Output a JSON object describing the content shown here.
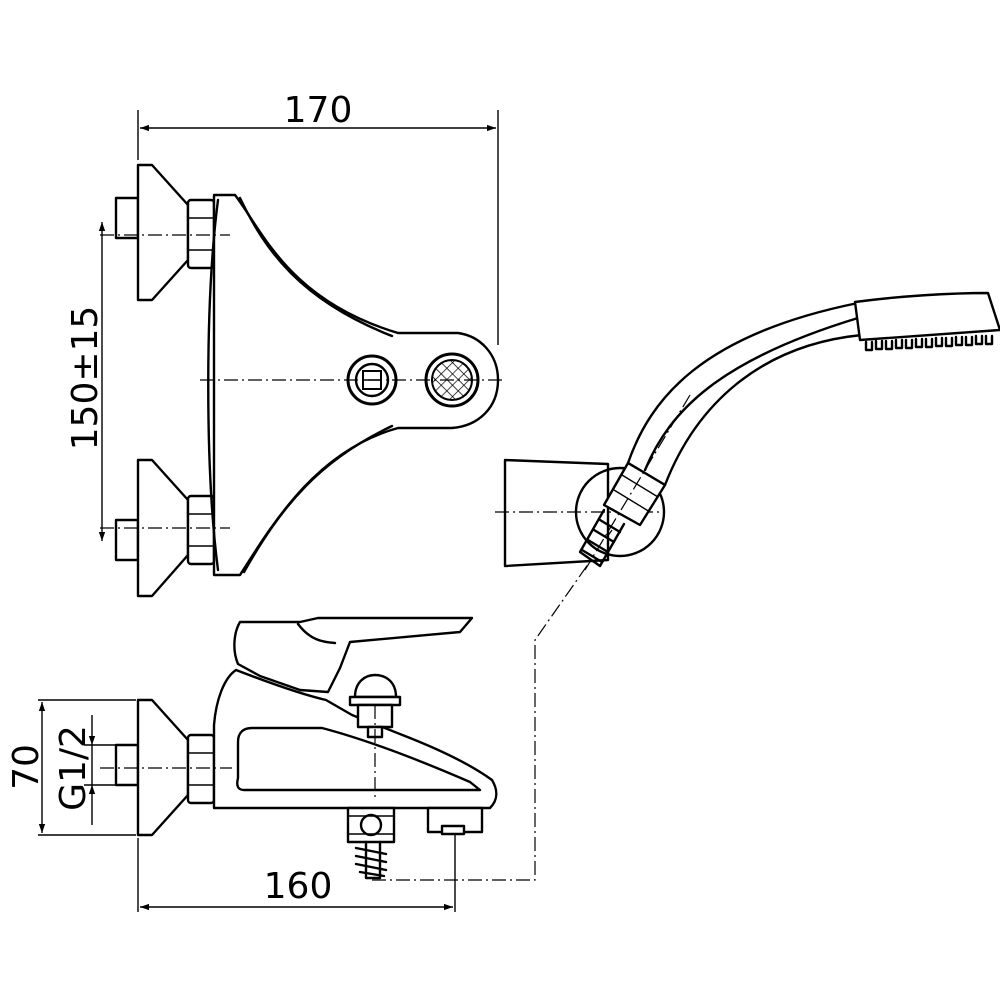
{
  "colors": {
    "ink": "#000000",
    "paper": "#ffffff"
  },
  "dimensions": {
    "top_width": "170",
    "inlet_spacing": "150±15",
    "height": "70",
    "thread": "G1/2",
    "bottom_width": "160"
  }
}
